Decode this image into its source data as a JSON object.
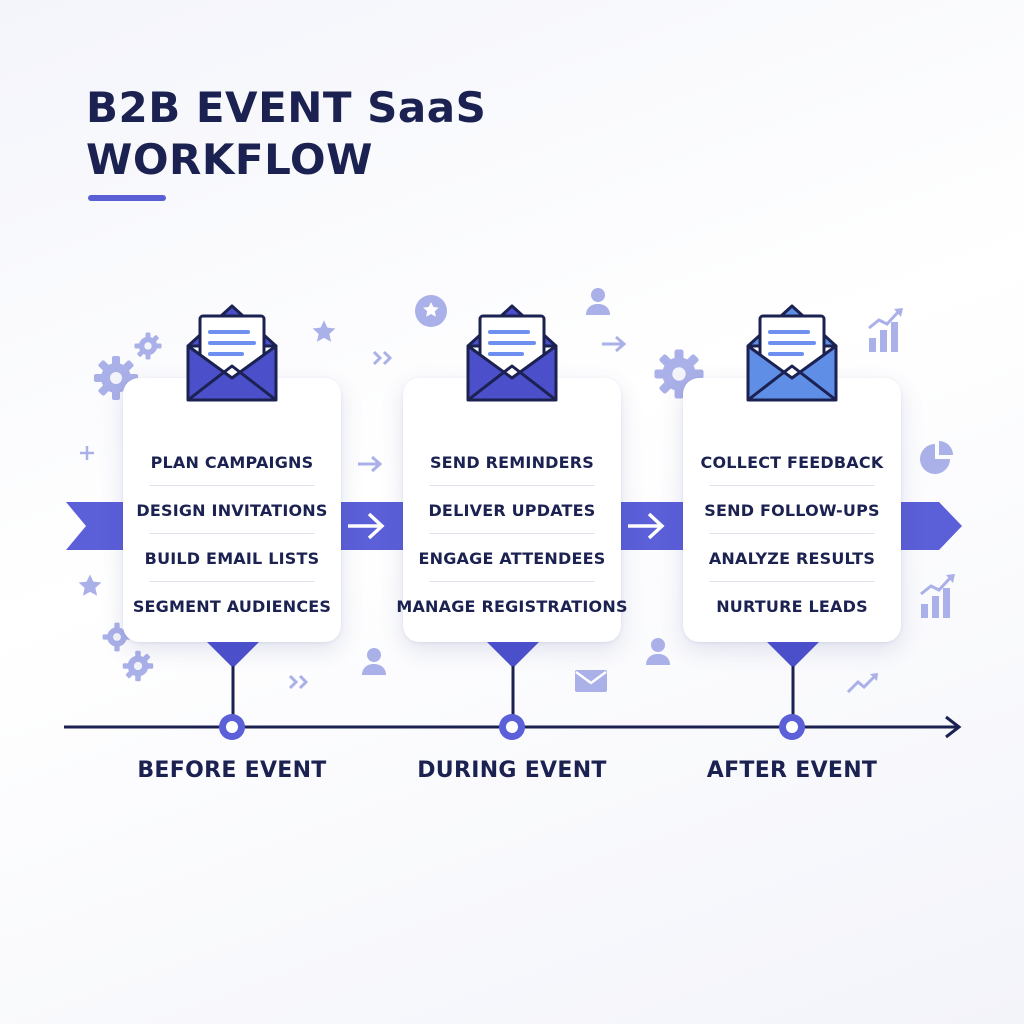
{
  "title": {
    "line1": "B2B EVENT SaaS",
    "line2": "WORKFLOW"
  },
  "colors": {
    "navy": "#1b2150",
    "accent": "#5a5fd6",
    "band": "#5b5fd8",
    "envelope_dark": "#4b4fc9",
    "envelope_light": "#5e8ee6",
    "decor": "#aab0e8"
  },
  "stages": [
    {
      "label": "BEFORE EVENT",
      "tasks": [
        "PLAN CAMPAIGNS",
        "DESIGN INVITATIONS",
        "BUILD EMAIL LISTS",
        "SEGMENT AUDIENCES"
      ]
    },
    {
      "label": "DURING EVENT",
      "tasks": [
        "SEND REMINDERS",
        "DELIVER UPDATES",
        "ENGAGE ATTENDEES",
        "MANAGE REGISTRATIONS"
      ]
    },
    {
      "label": "AFTER EVENT",
      "tasks": [
        "COLLECT FEEDBACK",
        "SEND FOLLOW-UPS",
        "ANALYZE RESULTS",
        "NURTURE LEADS"
      ]
    }
  ],
  "icons": {
    "envelope": "open-envelope-icon",
    "gear": "gear-icon",
    "star": "star-icon",
    "user": "user-icon",
    "chart": "bar-chart-icon",
    "pie": "pie-chart-icon",
    "mail": "mail-icon",
    "arrow": "arrow-right-icon"
  }
}
